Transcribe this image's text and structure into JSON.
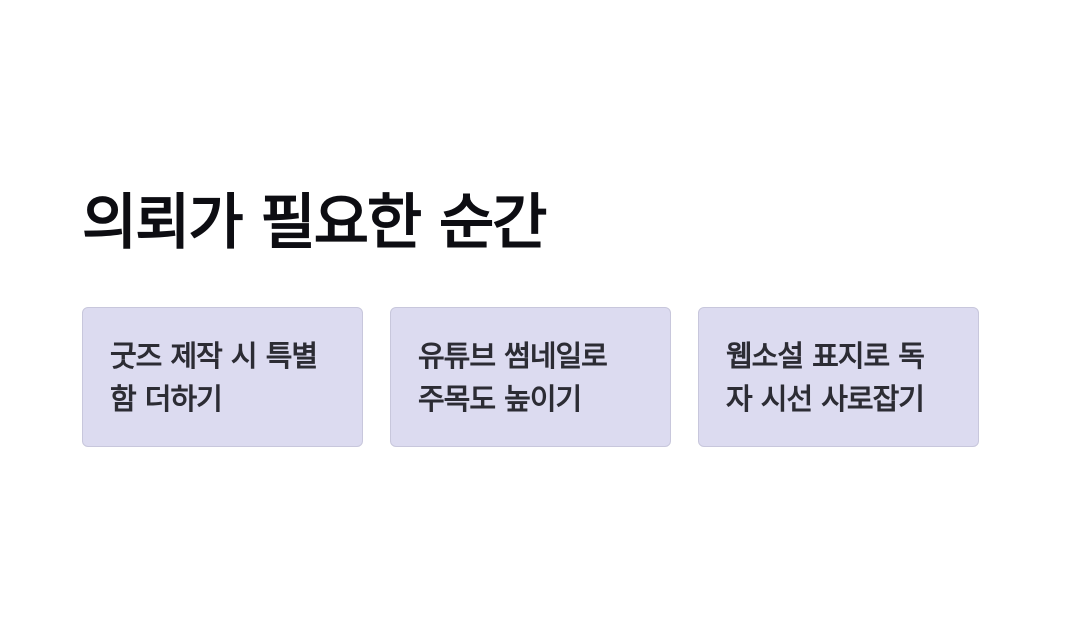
{
  "section": {
    "title": "의뢰가 필요한 순간",
    "cards": [
      {
        "line1": "굿즈 제작 시 특별",
        "line2": "함 더하기"
      },
      {
        "line1": "유튜브 썸네일로",
        "line2": "주목도 높이기"
      },
      {
        "line1": "웹소설 표지로 독",
        "line2": "자 시선 사로잡기"
      }
    ]
  },
  "colors": {
    "background": "#ffffff",
    "card_background": "#dcdbf0",
    "heading_text": "#0d0d12",
    "card_text": "#2c2c34"
  }
}
